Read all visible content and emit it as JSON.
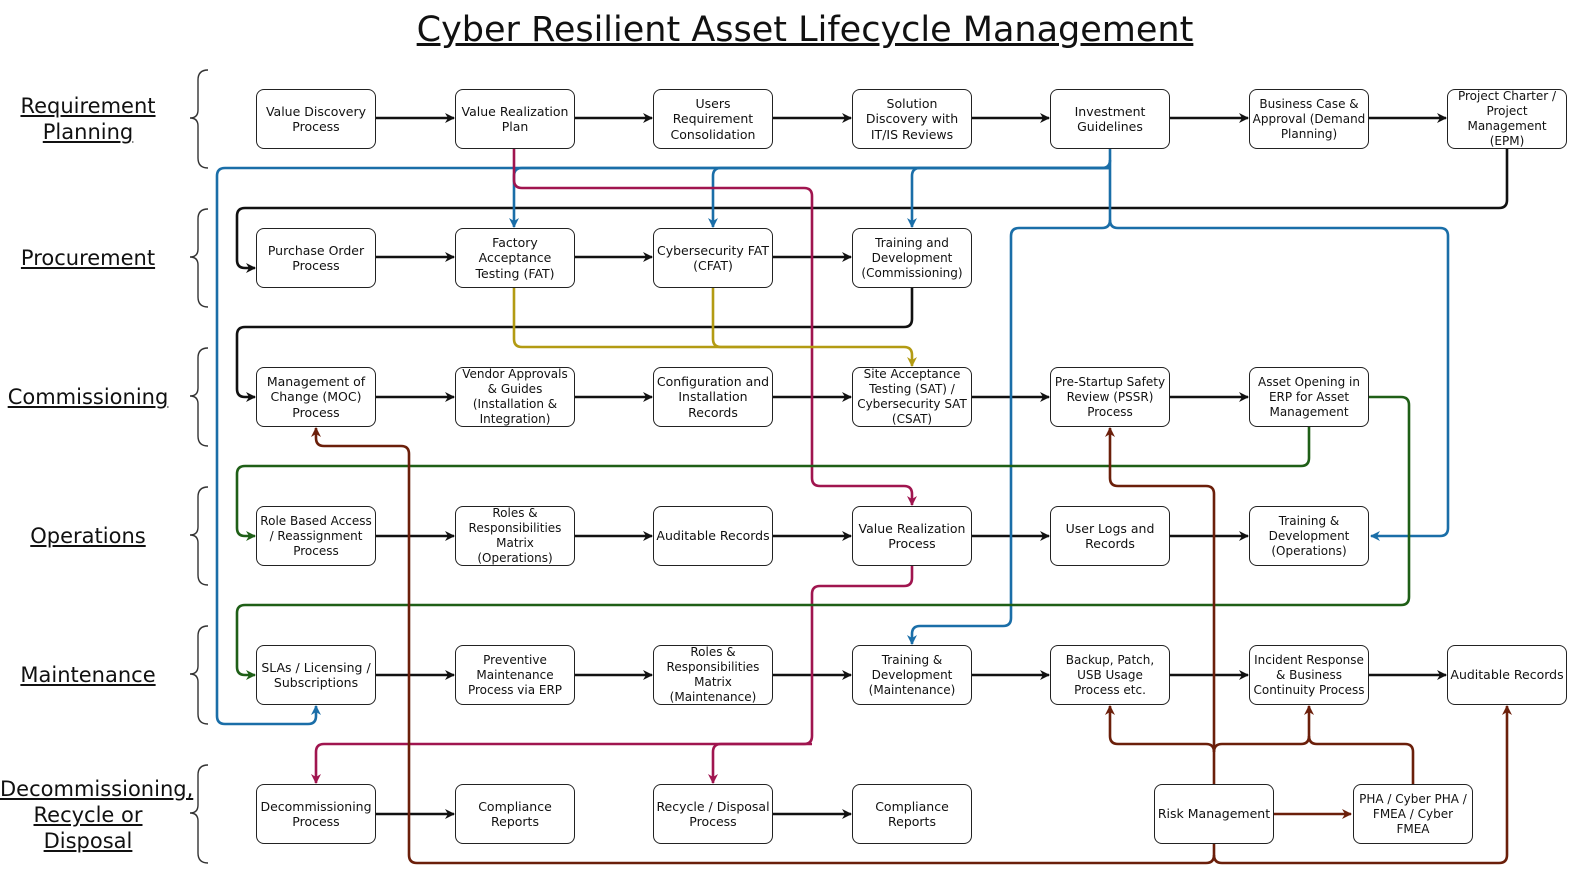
{
  "title": "Cyber Resilient Asset Lifecycle Management",
  "phases": [
    {
      "label": "Requirement Planning"
    },
    {
      "label": "Procurement"
    },
    {
      "label": "Commissioning"
    },
    {
      "label": "Operations"
    },
    {
      "label": "Maintenance"
    },
    {
      "label": "Decommissioning, Recycle or Disposal"
    }
  ],
  "nodes": {
    "value_discovery": "Value Discovery Process",
    "value_realization_plan": "Value Realization Plan",
    "users_requirement": "Users Requirement Consolidation",
    "solution_discovery": "Solution Discovery with IT/IS Reviews",
    "investment_guidelines": "Investment Guidelines",
    "business_case": "Business Case & Approval (Demand Planning)",
    "project_charter": "Project Charter / Project Management (EPM)",
    "purchase_order": "Purchase Order Process",
    "fat": "Factory Acceptance Testing (FAT)",
    "cfat": "Cybersecurity FAT (CFAT)",
    "training_commissioning": "Training and Development (Commissioning)",
    "moc": "Management of Change (MOC) Process",
    "vendor_approvals": "Vendor Approvals & Guides (Installation & Integration)",
    "config_records": "Configuration and Installation Records",
    "sat": "Site Acceptance Testing (SAT) / Cybersecurity SAT (CSAT)",
    "pssr": "Pre-Startup Safety Review (PSSR) Process",
    "asset_opening": "Asset Opening in ERP for Asset Management",
    "role_access": "Role Based Access / Reassignment Process",
    "roles_ops": "Roles & Responsibilities Matrix (Operations)",
    "auditable_ops": "Auditable Records",
    "value_realization_process": "Value Realization Process",
    "user_logs": "User Logs and Records",
    "training_ops": "Training & Development (Operations)",
    "slas": "SLAs / Licensing / Subscriptions",
    "preventive": "Preventive Maintenance Process via ERP",
    "roles_maint": "Roles & Responsibilities Matrix (Maintenance)",
    "training_maint": "Training & Development (Maintenance)",
    "backup": "Backup, Patch, USB Usage Process etc.",
    "incident": "Incident Response & Business Continuity Process",
    "auditable_maint": "Auditable Records",
    "decommissioning": "Decommissioning Process",
    "compliance1": "Compliance Reports",
    "recycle": "Recycle / Disposal Process",
    "compliance2": "Compliance Reports",
    "risk": "Risk Management",
    "pha": "PHA / Cyber PHA / FMEA / Cyber FMEA"
  },
  "colors": {
    "black": "#111111",
    "blue": "#1a6ea8",
    "crimson": "#a0154f",
    "olive": "#b39b13",
    "green": "#1f5f17",
    "brown": "#6b1f0a"
  }
}
